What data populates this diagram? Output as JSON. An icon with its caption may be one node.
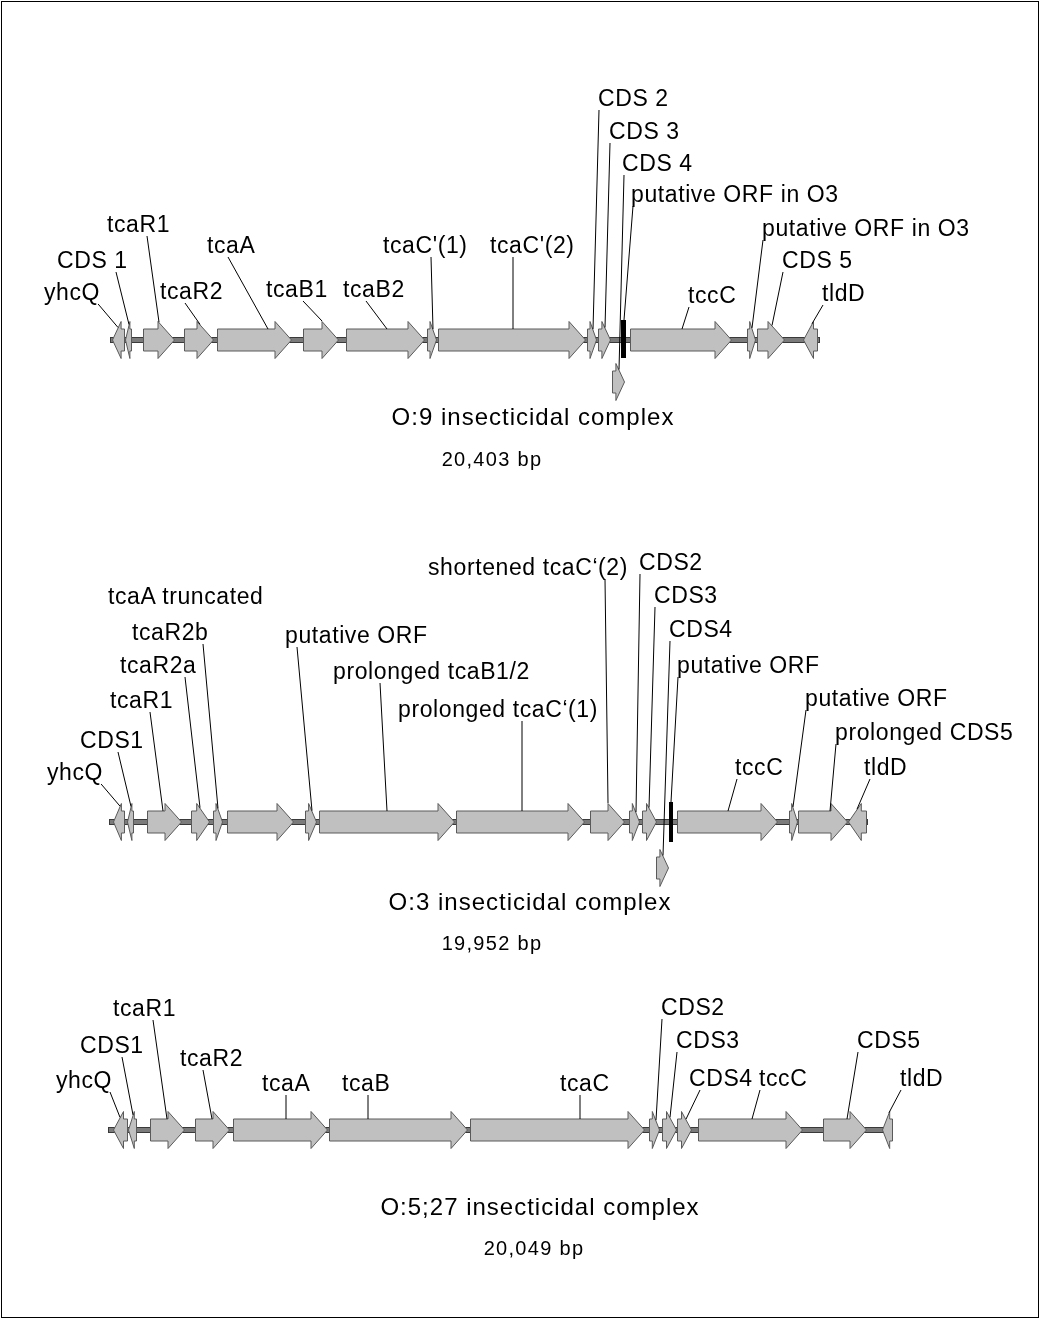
{
  "diagram": {
    "nodes": [
      {
        "text": [],
        "shape": "arrow"
      },
      {
        "text": [],
        "shape": "arrow"
      },
      {
        "text": [],
        "shape": "arrow"
      },
      {
        "text": [],
        "shape": "arrow"
      },
      {
        "text": [],
        "shape": "arrow"
      },
      {
        "text": [],
        "shape": "arrow"
      },
      {
        "text": [],
        "shape": "arrow"
      },
      {
        "text": [],
        "shape": "arrow"
      },
      {
        "text": [],
        "shape": "arrow"
      },
      {
        "text": [],
        "shape": "arrow"
      },
      {
        "text": [],
        "shape": "arrow"
      },
      {
        "text": [],
        "shape": "arrow"
      },
      {
        "text": [],
        "shape": "bar"
      },
      {
        "text": [],
        "shape": "arrow"
      },
      {
        "text": [],
        "shape": "arrow"
      },
      {
        "text": [],
        "shape": "arrow"
      },
      {
        "text": [],
        "shape": "arrow"
      },
      {
        "text": [
          "CDS 2"
        ]
      },
      {
        "text": [
          "CDS 3"
        ]
      },
      {
        "text": [
          "CDS 4"
        ]
      },
      {
        "text": [
          "putative ORF in O3"
        ]
      },
      {
        "text": [
          "tcaR1"
        ]
      },
      {
        "text": [
          "putative ORF in O3"
        ]
      },
      {
        "text": [
          "tcaA"
        ]
      },
      {
        "text": [
          "tcaC'(1)"
        ]
      },
      {
        "text": [
          "tcaC'(2)"
        ]
      },
      {
        "text": [
          "CDS 1"
        ]
      },
      {
        "text": [
          "CDS 5"
        ]
      },
      {
        "text": [
          "yhcQ"
        ]
      },
      {
        "text": [
          "tcaR2"
        ]
      },
      {
        "text": [
          "tcaB1"
        ]
      },
      {
        "text": [
          "tcaB2"
        ]
      },
      {
        "text": [
          "tccC"
        ]
      },
      {
        "text": [
          "tldD"
        ]
      },
      {
        "text": [],
        "shape": "arrow"
      },
      {
        "text": [],
        "shape": "arrow"
      },
      {
        "text": [],
        "shape": "arrow"
      },
      {
        "text": [],
        "shape": "arrow"
      },
      {
        "text": [],
        "shape": "arrow"
      },
      {
        "text": [],
        "shape": "arrow"
      },
      {
        "text": [],
        "shape": "arrow"
      },
      {
        "text": [],
        "shape": "arrow"
      },
      {
        "text": [],
        "shape": "arrow"
      },
      {
        "text": [],
        "shape": "arrow"
      },
      {
        "text": [],
        "shape": "arrow"
      },
      {
        "text": [],
        "shape": "arrow"
      },
      {
        "text": [],
        "shape": "arrow"
      },
      {
        "text": [],
        "shape": "bar"
      },
      {
        "text": [],
        "shape": "arrow"
      },
      {
        "text": [],
        "shape": "arrow"
      },
      {
        "text": [],
        "shape": "arrow"
      },
      {
        "text": [],
        "shape": "arrow"
      },
      {
        "text": [
          "shortened tcaC‘(2)"
        ]
      },
      {
        "text": [
          "CDS2"
        ]
      },
      {
        "text": [
          "CDS3"
        ]
      },
      {
        "text": [
          "tcaR2b"
        ]
      },
      {
        "text": [
          "putative ORF"
        ]
      },
      {
        "text": [
          "CDS4"
        ]
      },
      {
        "text": [
          "tcaR2a"
        ]
      },
      {
        "text": [
          "prolonged tcaB1/2"
        ]
      },
      {
        "text": [
          "putative ORF"
        ]
      },
      {
        "text": [
          "putative ORF"
        ]
      },
      {
        "text": [
          "tcaR1"
        ]
      },
      {
        "text": [
          "prolonged tcaC‘(1)"
        ]
      },
      {
        "text": [
          "prolonged CDS5"
        ]
      },
      {
        "text": [
          "CDS1"
        ]
      },
      {
        "text": [
          "yhcQ"
        ]
      },
      {
        "text": [
          "tccC"
        ]
      },
      {
        "text": [
          "tldD"
        ]
      },
      {
        "text": [],
        "shape": "arrow"
      },
      {
        "text": [],
        "shape": "arrow"
      },
      {
        "text": [],
        "shape": "arrow"
      },
      {
        "text": [],
        "shape": "arrow"
      },
      {
        "text": [],
        "shape": "arrow"
      },
      {
        "text": [],
        "shape": "arrow"
      },
      {
        "text": [],
        "shape": "arrow"
      },
      {
        "text": [],
        "shape": "arrow"
      },
      {
        "text": [],
        "shape": "arrow"
      },
      {
        "text": [],
        "shape": "arrow"
      },
      {
        "text": [],
        "shape": "arrow"
      },
      {
        "text": [],
        "shape": "arrow"
      },
      {
        "text": [],
        "shape": "arrow"
      },
      {
        "text": [
          "tcaR1"
        ]
      },
      {
        "text": [
          "CDS2"
        ]
      },
      {
        "text": [
          "CDS1"
        ]
      },
      {
        "text": [
          "CDS3"
        ]
      },
      {
        "text": [
          "CDS5"
        ]
      },
      {
        "text": [
          "tcaR2"
        ]
      },
      {
        "text": [
          "yhcQ"
        ]
      },
      {
        "text": [
          "tcaA"
        ]
      },
      {
        "text": [
          "tcaB"
        ]
      },
      {
        "text": [
          "tcaC"
        ]
      },
      {
        "text": [
          "CDS4"
        ]
      },
      {
        "text": [
          "tccC"
        ]
      },
      {
        "text": [
          "tldD"
        ]
      }
    ],
    "edges": [
      {
        "from": 28,
        "to": 0,
        "arrow": "none"
      },
      {
        "from": 26,
        "to": 1,
        "arrow": "none"
      },
      {
        "from": 21,
        "to": 2,
        "arrow": "none"
      },
      {
        "from": 29,
        "to": 3,
        "arrow": "none"
      },
      {
        "from": 23,
        "to": 4,
        "arrow": "none"
      },
      {
        "from": 30,
        "to": 5,
        "arrow": "none"
      },
      {
        "from": 31,
        "to": 6,
        "arrow": "none"
      },
      {
        "from": 24,
        "to": 7,
        "arrow": "none"
      },
      {
        "from": 25,
        "to": 8,
        "arrow": "none"
      },
      {
        "from": 17,
        "to": 9,
        "arrow": "none"
      },
      {
        "from": 18,
        "to": 10,
        "arrow": "none"
      },
      {
        "from": 19,
        "to": 11,
        "arrow": "none"
      },
      {
        "from": 20,
        "to": 12,
        "arrow": "none"
      },
      {
        "from": 32,
        "to": 13,
        "arrow": "none"
      },
      {
        "from": 22,
        "to": 14,
        "arrow": "none"
      },
      {
        "from": 27,
        "to": 15,
        "arrow": "none"
      },
      {
        "from": 33,
        "to": 16,
        "arrow": "none"
      },
      {
        "from": 66,
        "to": 34,
        "arrow": "none"
      },
      {
        "from": 65,
        "to": 35,
        "arrow": "none"
      },
      {
        "from": 62,
        "to": 36,
        "arrow": "none"
      },
      {
        "from": 58,
        "to": 37,
        "arrow": "none"
      },
      {
        "from": 55,
        "to": 38,
        "arrow": "none"
      },
      {
        "from": 56,
        "to": 40,
        "arrow": "none"
      },
      {
        "from": 59,
        "to": 41,
        "arrow": "none"
      },
      {
        "from": 63,
        "to": 42,
        "arrow": "none"
      },
      {
        "from": 52,
        "to": 43,
        "arrow": "none"
      },
      {
        "from": 53,
        "to": 44,
        "arrow": "none"
      },
      {
        "from": 54,
        "to": 45,
        "arrow": "none"
      },
      {
        "from": 57,
        "to": 46,
        "arrow": "none"
      },
      {
        "from": 60,
        "to": 47,
        "arrow": "none"
      },
      {
        "from": 67,
        "to": 48,
        "arrow": "none"
      },
      {
        "from": 61,
        "to": 49,
        "arrow": "none"
      },
      {
        "from": 64,
        "to": 50,
        "arrow": "none"
      },
      {
        "from": 68,
        "to": 51,
        "arrow": "none"
      },
      {
        "from": 88,
        "to": 69,
        "arrow": "none"
      },
      {
        "from": 84,
        "to": 70,
        "arrow": "none"
      },
      {
        "from": 82,
        "to": 71,
        "arrow": "none"
      },
      {
        "from": 87,
        "to": 72,
        "arrow": "none"
      },
      {
        "from": 89,
        "to": 73,
        "arrow": "none"
      },
      {
        "from": 90,
        "to": 74,
        "arrow": "none"
      },
      {
        "from": 91,
        "to": 75,
        "arrow": "none"
      },
      {
        "from": 83,
        "to": 76,
        "arrow": "none"
      },
      {
        "from": 85,
        "to": 77,
        "arrow": "none"
      },
      {
        "from": 92,
        "to": 78,
        "arrow": "none"
      },
      {
        "from": 93,
        "to": 79,
        "arrow": "none"
      },
      {
        "from": 86,
        "to": 80,
        "arrow": "none"
      },
      {
        "from": 94,
        "to": 81,
        "arrow": "none"
      }
    ],
    "labels": [
      "O:9 insecticidal complex",
      "20,403 bp",
      "tcaA truncated",
      "O:3 insecticidal complex",
      "19,952 bp",
      "O:5;27 insecticidal complex",
      "20,049 bp"
    ]
  }
}
